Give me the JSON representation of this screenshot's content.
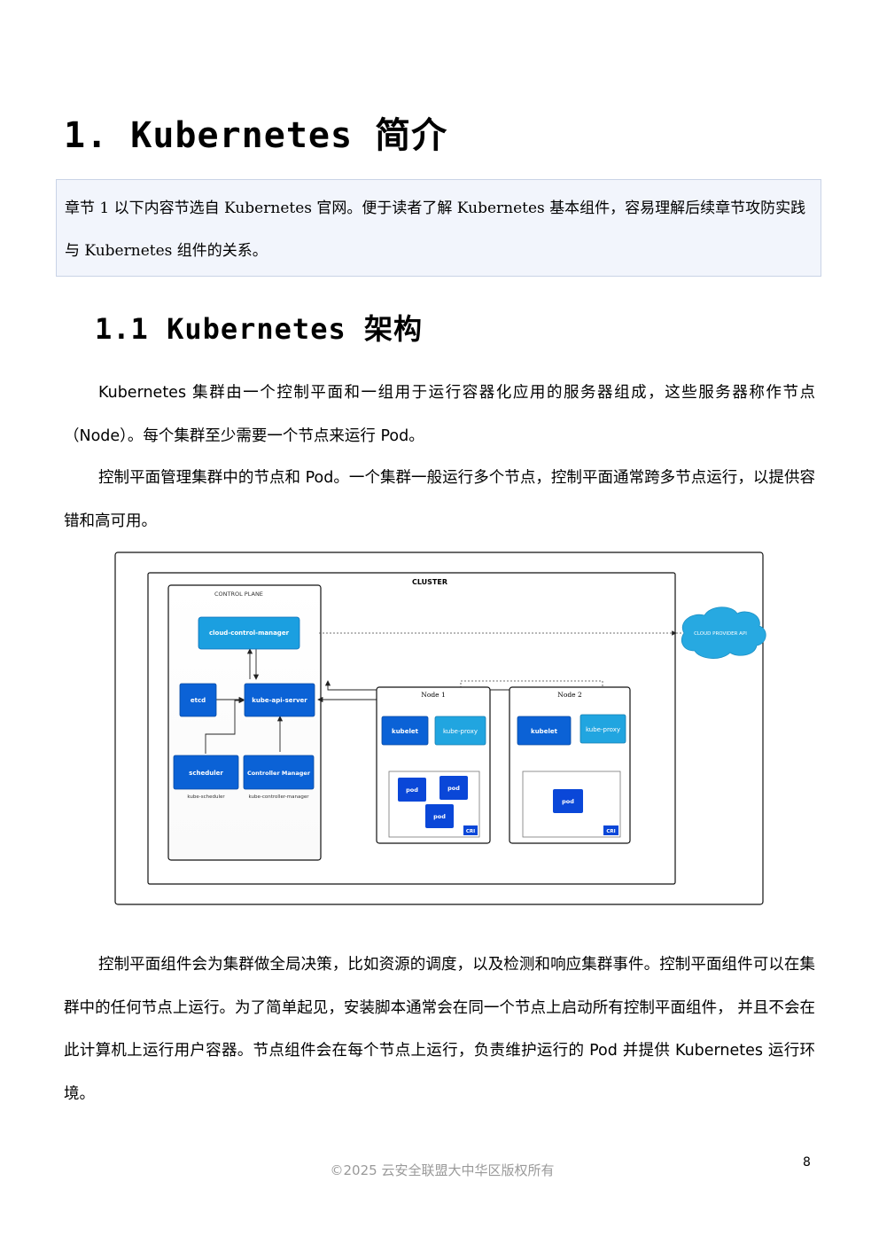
{
  "heading1": "1.  Kubernetes 简介",
  "note": "章节 1 以下内容节选自 Kubernetes 官网。便于读者了解 Kubernetes 基本组件，容易理解后续章节攻防实践与 Kubernetes 组件的关系。",
  "heading2": "1.1 Kubernetes 架构",
  "paragraphs": [
    "Kubernetes 集群由一个控制平面和一组用于运行容器化应用的服务器组成，这些服务器称作节点（Node）。每个集群至少需要一个节点来运行 Pod。",
    "控制平面管理集群中的节点和 Pod。一个集群一般运行多个节点，控制平面通常跨多节点运行，以提供容错和高可用。",
    "控制平面组件会为集群做全局决策，比如资源的调度，以及检测和响应集群事件。控制平面组件可以在集群中的任何节点上运行。为了简单起见，安装脚本通常会在同一个节点上启动所有控制平面组件， 并且不会在此计算机上运行用户容器。节点组件会在每个节点上运行，负责维护运行的 Pod 并提供 Kubernetes 运行环境。"
  ],
  "diagram": {
    "cluster_label": "CLUSTER",
    "control_plane_label": "CONTROL PLANE",
    "cloud_controller_manager": "cloud-control-manager",
    "etcd": "etcd",
    "kube_api_server": "kube-api-server",
    "scheduler": "scheduler",
    "scheduler_caption": "kube-scheduler",
    "controller_manager": "Controller Manager",
    "controller_manager_caption": "kube-controller-manager",
    "cloud_provider": "CLOUD PROVIDER API",
    "node1_label": "Node 1",
    "node2_label": "Node 2",
    "kubelet": "kubelet",
    "kube_proxy": "kube-proxy",
    "pod": "pod",
    "cri": "CRI",
    "colors": {
      "component_blue": "#0b78d0",
      "pod_blue": "#0a47d8",
      "proxy_cyan": "#21a5e0",
      "cloud_cyan": "#27a9e1"
    }
  },
  "footer": "©2025  云安全联盟大中华区版权所有",
  "page_number": "8"
}
